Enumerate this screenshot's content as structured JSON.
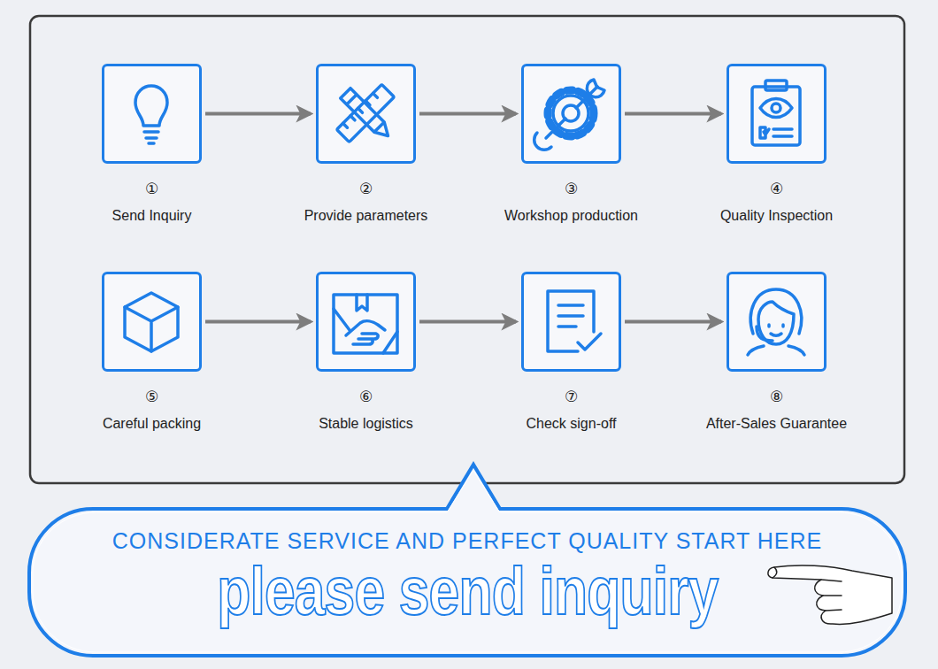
{
  "diagram": {
    "nodes": [
      {
        "text": [
          "①",
          "Send Inquiry"
        ]
      },
      {
        "text": [
          "②",
          "Provide parameters"
        ]
      },
      {
        "text": [
          "③",
          "Workshop production"
        ]
      },
      {
        "text": [
          "④",
          "Quality Inspection"
        ]
      },
      {
        "text": [
          "⑤",
          "Careful packing"
        ]
      },
      {
        "text": [
          "⑥",
          "Stable logistics"
        ]
      },
      {
        "text": [
          "⑦",
          "Check sign-off"
        ]
      },
      {
        "text": [
          "⑧",
          "After-Sales Guarantee"
        ]
      },
      {
        "text": [
          "CONSIDERATE SERVICE AND PERFECT QUALITY START HERE",
          "please send inquiry"
        ]
      }
    ],
    "edges": [
      {
        "from": 0,
        "to": 1,
        "arrow": "to"
      },
      {
        "from": 1,
        "to": 2,
        "arrow": "to"
      },
      {
        "from": 2,
        "to": 3,
        "arrow": "to"
      },
      {
        "from": 4,
        "to": 5,
        "arrow": "to"
      },
      {
        "from": 5,
        "to": 6,
        "arrow": "to"
      },
      {
        "from": 6,
        "to": 7,
        "arrow": "to"
      }
    ]
  }
}
